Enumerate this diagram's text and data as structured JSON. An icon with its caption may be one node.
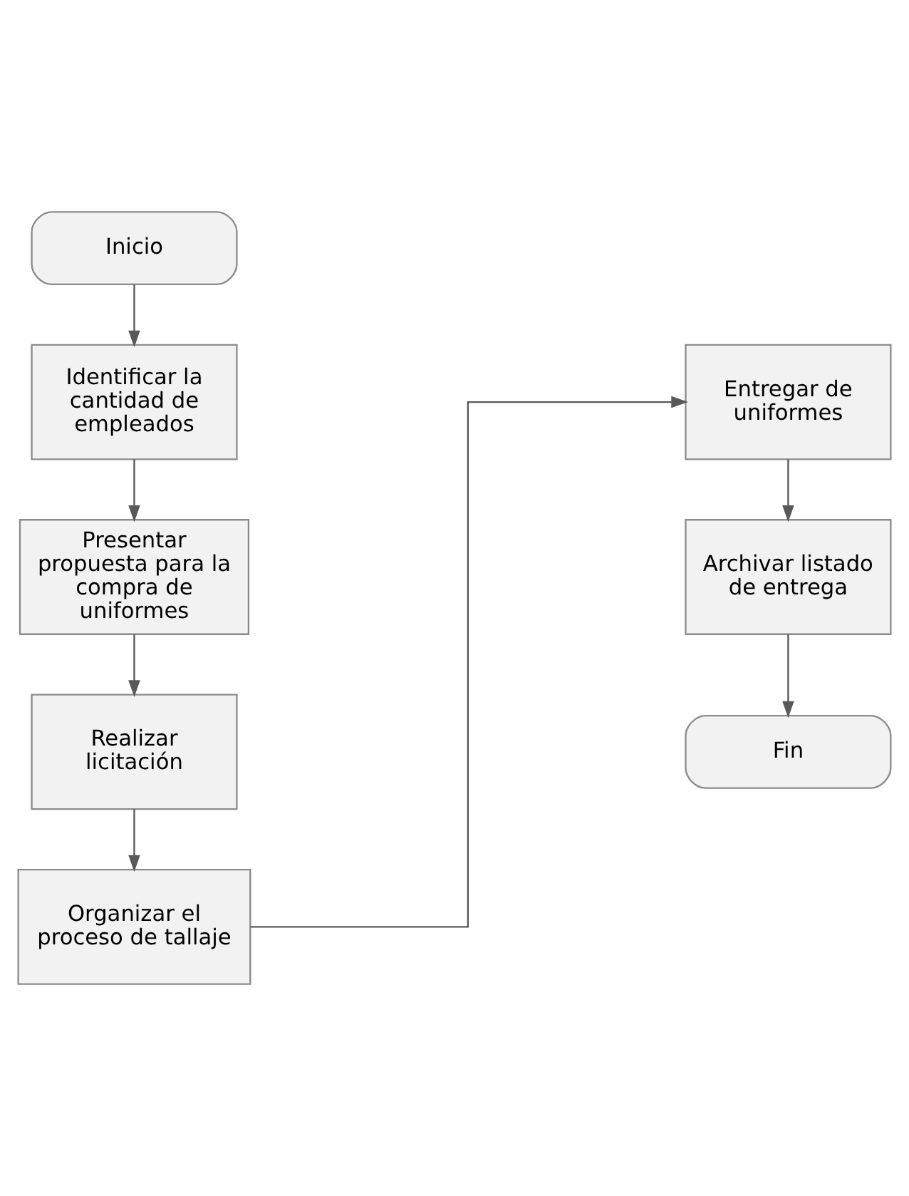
{
  "diagram": {
    "nodes": [
      {
        "text": [
          "Inicio"
        ]
      },
      {
        "text": [
          "Identificar la cantidad de empleados"
        ]
      },
      {
        "text": [
          "Presentar propuesta para la compra de uniformes"
        ]
      },
      {
        "text": [
          "Realizar licitación"
        ]
      },
      {
        "text": [
          "Organizar el proceso de tallaje"
        ]
      },
      {
        "text": [
          "Entregar de uniformes"
        ]
      },
      {
        "text": [
          "Archivar listado de entrega"
        ]
      },
      {
        "text": [
          "Fin"
        ]
      }
    ],
    "edges": [
      {
        "from": 0,
        "to": 1,
        "arrow": "to"
      },
      {
        "from": 1,
        "to": 2,
        "arrow": "to"
      },
      {
        "from": 2,
        "to": 3,
        "arrow": "to"
      },
      {
        "from": 3,
        "to": 4,
        "arrow": "to"
      },
      {
        "from": 4,
        "to": 5,
        "arrow": "to"
      },
      {
        "from": 5,
        "to": 6,
        "arrow": "to"
      },
      {
        "from": 6,
        "to": 7,
        "arrow": "to"
      }
    ]
  }
}
